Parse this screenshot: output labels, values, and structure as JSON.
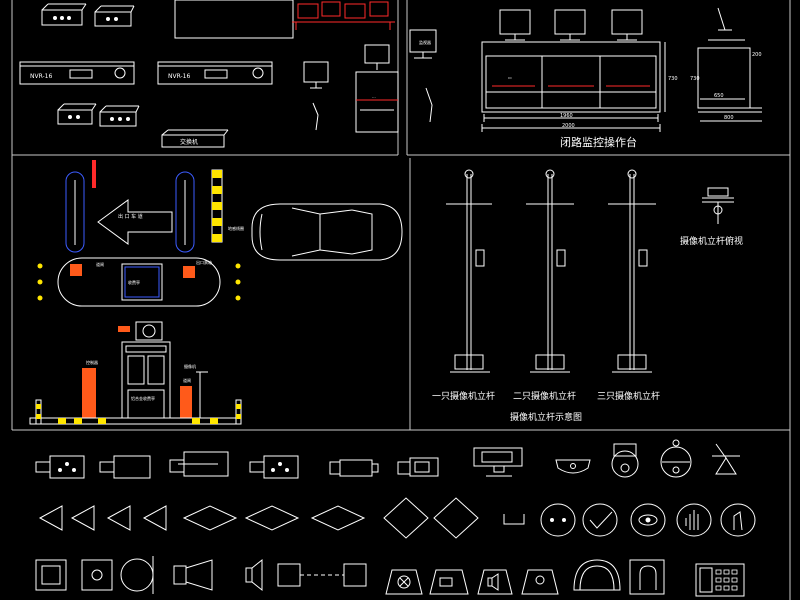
{
  "panels": {
    "console": {
      "title": "闭路监控操作台",
      "dims": {
        "total_width": "2000",
        "inner_width": "1960",
        "height": "730",
        "depth": "650",
        "base_depth": "800",
        "side_top": "200"
      },
      "monitor_label": "监视器"
    },
    "equipment": {
      "nvr_label_1": "NVR-16",
      "nvr_label_2": "NVR-16",
      "switch_label": "交换机"
    },
    "gate": {
      "exit_sign": "出 口 车 道",
      "labels": {
        "ticket": "出口票箱",
        "barrier": "道闸",
        "booth": "收费亭",
        "detector": "地感线圈"
      }
    },
    "booth_elevation": {
      "labels": {
        "camera": "摄像机",
        "controller": "控制器",
        "barrier": "道闸",
        "sign": "铝合金收费亭"
      }
    },
    "poles": {
      "labels": [
        "一只摄像机立杆",
        "二只摄像机立杆",
        "三只摄像机立杆"
      ],
      "caption": "摄像机立杆示意图",
      "top_view_label": "摄像机立杆俯视"
    }
  },
  "colors": {
    "line": "#ffffff",
    "red": "#ff2a2a",
    "orange": "#ff5a1a",
    "yellow": "#ffe600",
    "blue": "#3c5cff",
    "grid": "#c8c8c8"
  }
}
